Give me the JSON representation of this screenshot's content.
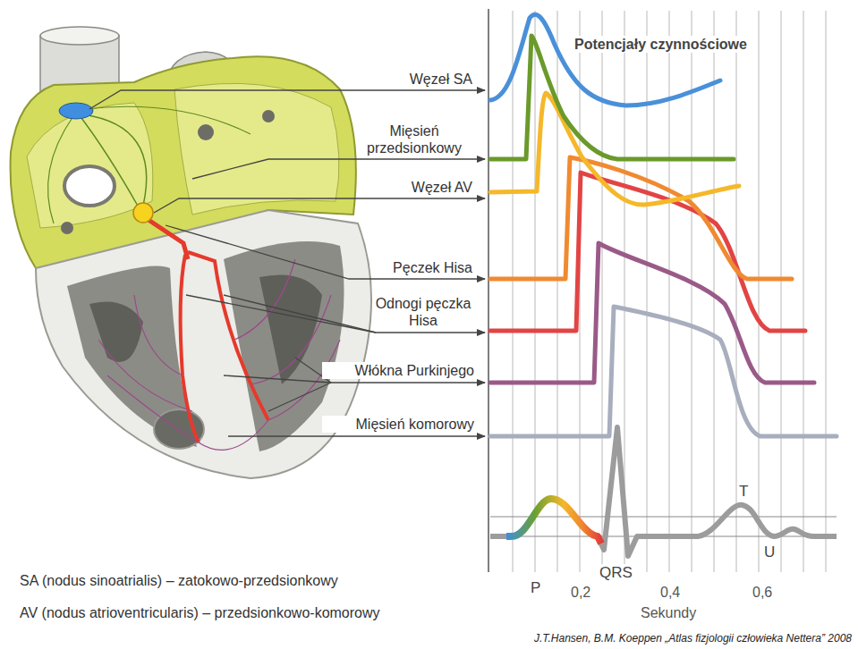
{
  "diagram": {
    "title": "Potencjały czynnościowe",
    "caption": "J.T.Hansen, B.M. Koeppen „Atlas fizjologii człowieka Nettera” 2008",
    "labels": [
      "Węzeł SA",
      "Mięsień przedsionkowy",
      "Węzeł AV",
      "Pęczek Hisa",
      "Odnogi pęczka Hisa",
      "Włókna Purkinjego",
      "Mięsień komorowy",
      "P",
      "QRS",
      "T",
      "U",
      "0,2",
      "0,4",
      "0,6",
      "Sekundy",
      "SA (nodus sinoatrialis) – zatokowo-przedsionkowy",
      "AV (nodus atrioventricularis) – przedsionkowo-komorowy"
    ]
  }
}
